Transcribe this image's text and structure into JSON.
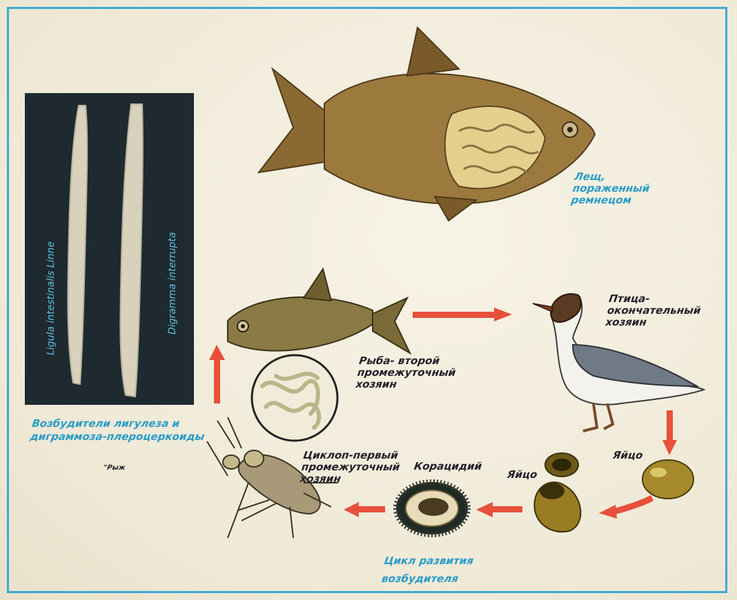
{
  "colors": {
    "frame": "#3aa9d6",
    "arrow": "#e7503a",
    "caption_blue": "#2a9cc9",
    "specimen_bg": "#1e2a30",
    "text": "#22222a"
  },
  "labels": {
    "bream_caption": "Лещ,\nпораженный\nремнецом",
    "fish_host": "Рыба- второй\nпромежуточный\nхозяин",
    "bird_host": "Птица-\nокончательный\nхозяин",
    "cyclops_host": "Циклоп-первый\nпромежуточный\nхозяин",
    "coracidium": "Корацидий",
    "egg_right": "Яйцо",
    "egg_mid": "Яйцо",
    "cycle_title": "Цикл развития\nвозбудителя",
    "specimen_caption": "Возбудители лигулеза и\nдиграммоза-плероцеркоиды",
    "ligula": "Ligula intestinalis Linne",
    "digramma": "Digramma interrupta",
    "signature": "\"Рыж"
  },
  "icons": [
    "bream-infected-illustration",
    "fish-illustration",
    "plerocercoid-inset-icon",
    "gull-illustration",
    "egg-icon",
    "open-egg-icon",
    "coracidium-icon",
    "cyclops-icon",
    "arrow-right-icon",
    "arrow-down-icon",
    "arrow-left-icon",
    "arrow-up-icon"
  ]
}
